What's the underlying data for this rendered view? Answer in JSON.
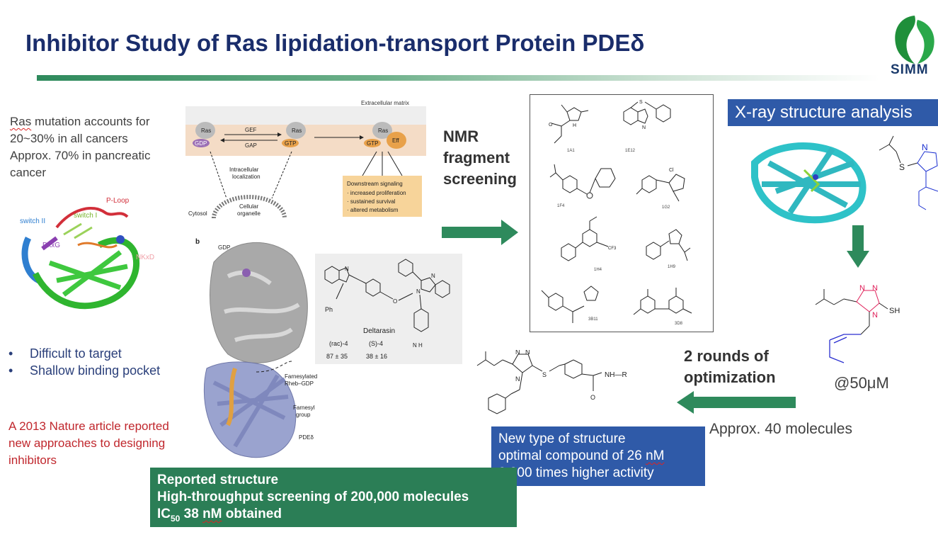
{
  "header": {
    "title": "Inhibitor Study of Ras lipidation-transport  Protein PDEδ",
    "logo_text": "SIMM"
  },
  "intro": {
    "line1_word": "Ras",
    "line1_rest": " mutation accounts for",
    "line2": "20~30% in all cancers",
    "line3": "Approx. 70% in pancreatic",
    "line4": "cancer"
  },
  "ras_structure": {
    "switch_ii": "switch II",
    "switch_i": "switch I",
    "p_loop": "P-Loop",
    "dxxg": "DxxG",
    "nkxd": "NKxD"
  },
  "bullets": {
    "item1": "Difficult to target",
    "item2": "Shallow binding pocket"
  },
  "red_note": {
    "line1": "A 2013 Nature article reported",
    "line2": "new approaches to designing",
    "line3": "inhibitors"
  },
  "pathway": {
    "extracellular": "Extracellular matrix",
    "ras1": "Ras",
    "ras2": "Ras",
    "ras3": "Ras",
    "gdp": "GDP",
    "gtp1": "GTP",
    "gtp2": "GTP",
    "gef": "GEF",
    "gap": "GAP",
    "eff": "Eff",
    "intracellular": "Intracellular",
    "localization": "localization",
    "cytosol": "Cytosol",
    "cellular": "Cellular",
    "organelle": "organelle",
    "downstream": "Downstream signaling",
    "d1": "· increased proliferation",
    "d2": "· sustained survival",
    "d3": "· altered metabolism"
  },
  "pde_figure": {
    "panel": "b",
    "gdp": "GDP",
    "farnesylated": "Farnesylated",
    "rheb": "Rheb–GDP",
    "farnesyl": "Farnesyl",
    "group": "group",
    "pde": "PDEδ"
  },
  "deltarasin": {
    "ph": "Ph",
    "name": "Deltarasin",
    "rac": "(rac)-4",
    "s": "(S)-4",
    "v1": "87 ± 35",
    "v2": "38 ± 16",
    "nh": "N",
    "h": "H",
    "n1": "N",
    "n2": "N",
    "n3": "N",
    "n4": "N",
    "o": "O"
  },
  "nmr": {
    "line1": "NMR",
    "line2": "fragment",
    "line3": "screening"
  },
  "fragments": {
    "c1": "1A1",
    "c2": "1E12",
    "c3": "1F4",
    "c4": "1G2",
    "c5": "1H4",
    "c6": "1H9",
    "c7": "3B11",
    "c8": "3D8",
    "h": "H",
    "n": "N",
    "o": "O",
    "s": "S",
    "cl": "Cl",
    "cf3": "CF3"
  },
  "xray": {
    "label": "X-ray structure analysis",
    "s": "S",
    "n": "N"
  },
  "optimization": {
    "line1": "2 rounds of",
    "line2": "optimization"
  },
  "hit": {
    "activity": "‬@50μM",
    "sh": "SH",
    "n": "N"
  },
  "approx": "Approx. 40 molecules",
  "new_compound": {
    "s": "S",
    "n": "N",
    "o": "O",
    "nhr": "NH—R"
  },
  "blue_box": {
    "line1": "New type of structure",
    "line2_pre": "optimal compound of 26 ",
    "line2_nm": "nM",
    "line3": "2,000 times higher activity"
  },
  "green_box": {
    "line1": "Reported structure",
    "line2": "High-throughput screening of 200,000 molecules",
    "line3_ic": "IC",
    "line3_sub": "50",
    "line3_mid": " 38 ",
    "line3_nm": "nM",
    "line3_end": " obtained"
  },
  "colors": {
    "title": "#1a2d6b",
    "green": "#2b7e56",
    "blue": "#2f5aa8",
    "red": "#c0272d",
    "arrow": "#2e8a5c"
  }
}
